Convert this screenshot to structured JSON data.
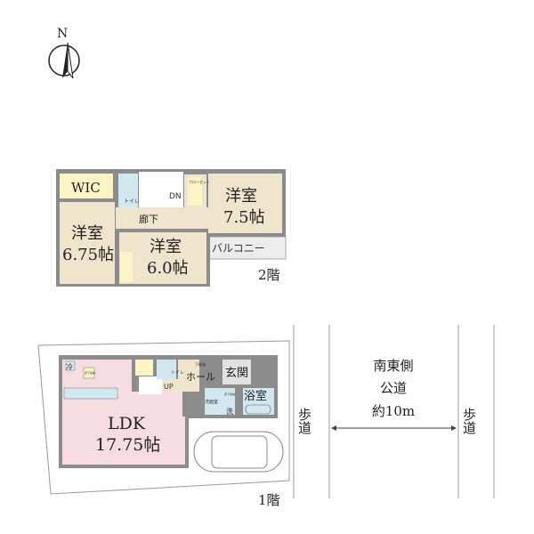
{
  "compass": {
    "label": "N"
  },
  "floor2": {
    "label": "2階",
    "rooms": {
      "wic": "WIC",
      "toilet": "トイレ",
      "stairs": "DN",
      "closet": "クローゼット",
      "hall": "廊下",
      "room_a": {
        "name": "洋室",
        "size": "7.5帖"
      },
      "room_b": {
        "name": "洋室",
        "size": "6.75帖"
      },
      "room_c": {
        "name": "洋室",
        "size": "6.0帖"
      },
      "balcony": "バルコニー"
    }
  },
  "floor1": {
    "label": "1階",
    "rooms": {
      "ldk": {
        "name": "LDK",
        "size": "17.75帖"
      },
      "fridge": "冷",
      "storage": "床下収納",
      "toilet": "トイレ",
      "stairs": "UP",
      "hall": "ホール",
      "shoe": "下駄箱",
      "entrance": "玄関",
      "washroom": "洗面室",
      "storage2": "床下収納",
      "washer": "洗",
      "bath": "浴室"
    }
  },
  "road": {
    "sidewalk_left": "歩道",
    "road_label_1": "南東側",
    "road_label_2": "公道",
    "road_width": "約10m",
    "sidewalk_right": "歩道"
  },
  "colors": {
    "wall": "#8c8c8c",
    "bedroom": "#efe5cc",
    "wic": "#fbf4c4",
    "wet": "#d2e8f0",
    "ldk": "#f6dde2",
    "balcony": "#ececec"
  }
}
